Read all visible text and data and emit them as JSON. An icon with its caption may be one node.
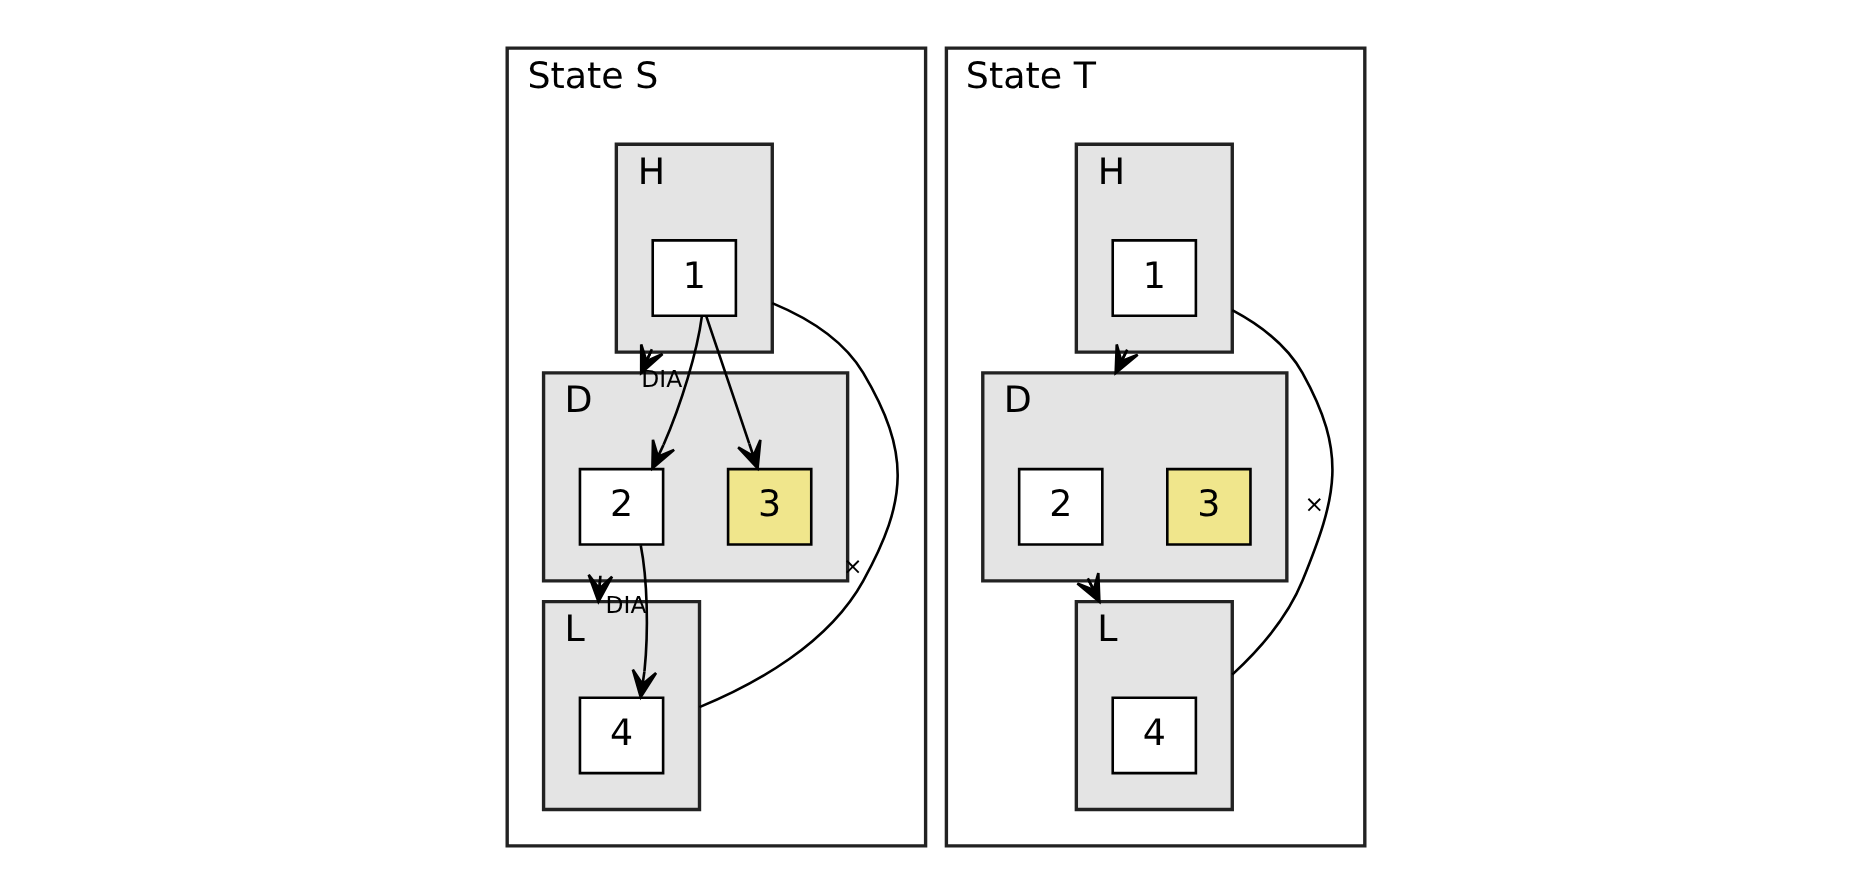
{
  "diagram": {
    "nodes": [
      {
        "text": [
          "State S"
        ]
      },
      {
        "text": [
          "H"
        ],
        "in": 0
      },
      {
        "text": [
          "D"
        ],
        "in": 0
      },
      {
        "text": [
          "L"
        ],
        "in": 0
      },
      {
        "text": [
          "1"
        ],
        "in": 1
      },
      {
        "text": [
          "2"
        ],
        "in": 2
      },
      {
        "text": [
          "3"
        ],
        "in": 2
      },
      {
        "text": [
          "4"
        ],
        "in": 3
      },
      {
        "text": [
          "State T"
        ]
      },
      {
        "text": [
          "H"
        ],
        "in": 8
      },
      {
        "text": [
          "1"
        ],
        "in": 9
      },
      {
        "text": [
          "D"
        ],
        "in": 8
      },
      {
        "text": [
          "2"
        ],
        "in": 11
      },
      {
        "text": [
          "3"
        ],
        "in": 11
      },
      {
        "text": [
          "L"
        ],
        "in": 8
      },
      {
        "text": [
          "4"
        ],
        "in": 14
      }
    ],
    "edges": [
      {
        "from": 1,
        "to": 2,
        "arrow": "to"
      },
      {
        "from": 2,
        "to": 3,
        "arrow": "to"
      },
      {
        "from": 1,
        "to": 3,
        "arrow": "none",
        "label": "×"
      },
      {
        "from": 4,
        "to": 5,
        "arrow": "to",
        "label": "DIA"
      },
      {
        "from": 4,
        "to": 6,
        "arrow": "to"
      },
      {
        "from": 5,
        "to": 7,
        "arrow": "to",
        "label": "DIA"
      },
      {
        "from": 9,
        "to": 11,
        "arrow": "to"
      },
      {
        "from": 11,
        "to": 14,
        "arrow": "to"
      },
      {
        "from": 9,
        "to": 14,
        "arrow": "none",
        "label": "×"
      }
    ]
  }
}
